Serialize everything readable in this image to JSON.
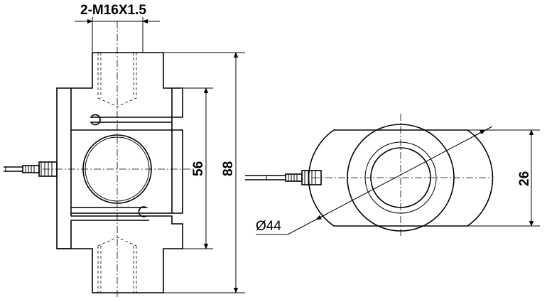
{
  "labels": {
    "thread": "2-M16X1.5",
    "inner_height": "56",
    "total_height": "88",
    "width": "26",
    "diameter": "Ø44"
  }
}
